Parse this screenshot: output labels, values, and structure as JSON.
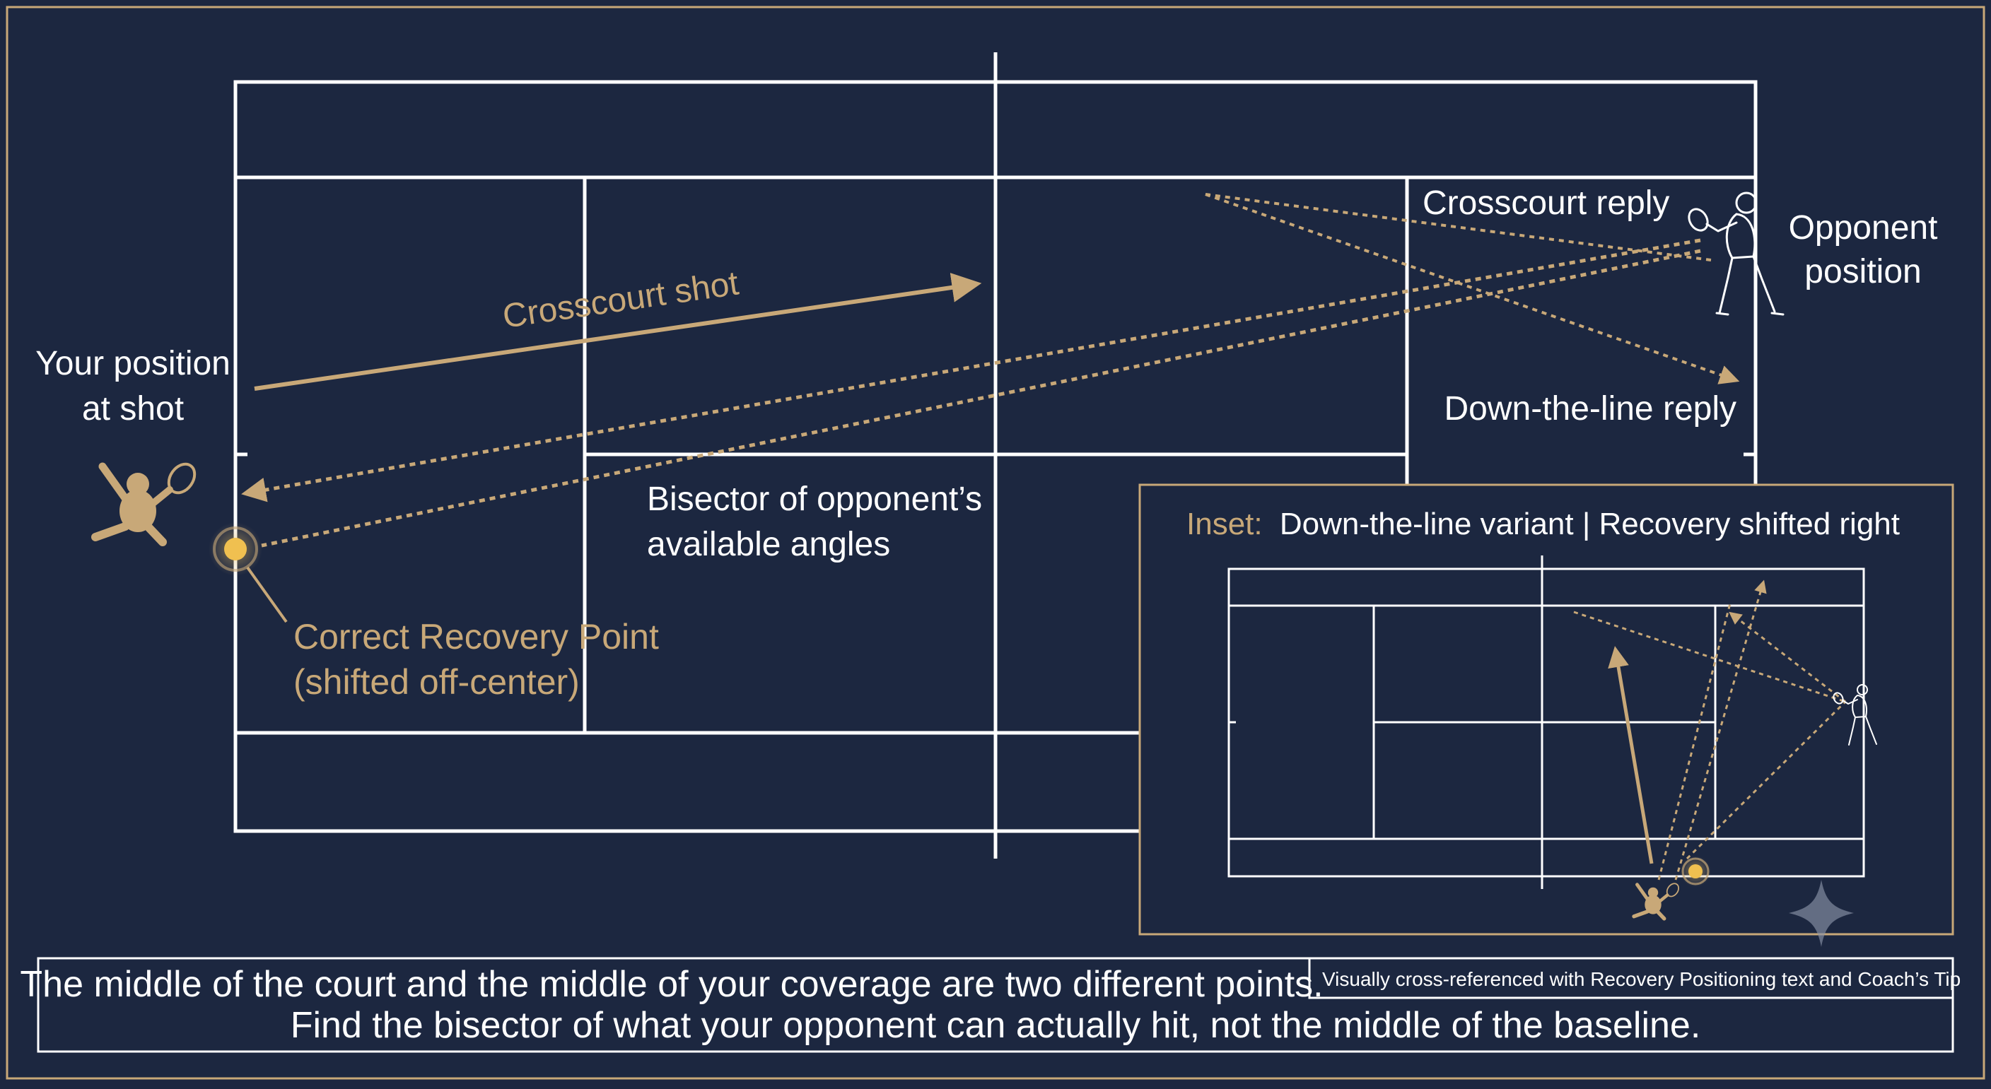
{
  "colors": {
    "background": "#1c2740",
    "accent_gold": "#c8a878",
    "line_white": "#ffffff",
    "recovery_dot": "#f0c050"
  },
  "labels": {
    "your_position": [
      "Your position",
      "at shot"
    ],
    "opponent_position": [
      "Opponent",
      "position"
    ],
    "crosscourt_shot": "Crosscourt shot",
    "crosscourt_reply": "Crosscourt reply",
    "down_the_line_reply": "Down-the-line reply",
    "bisector": [
      "Bisector of opponent’s",
      "available angles"
    ],
    "recovery_point": [
      "Correct Recovery Point",
      "(shifted off-center)"
    ]
  },
  "inset": {
    "prefix": "Inset:",
    "title": "Down-the-line variant | Recovery shifted right"
  },
  "footer": {
    "line1": "The middle of the court and the middle of your coverage are two different points.",
    "line2": "Find the bisector of what your opponent can actually hit, not the middle of the baseline.",
    "cross_reference": "Visually cross-referenced with Recovery Positioning text and Coach’s Tip"
  },
  "icons": {
    "player": "tennis-player-icon",
    "opponent": "tennis-opponent-icon",
    "sparkle": "sparkle-icon"
  }
}
